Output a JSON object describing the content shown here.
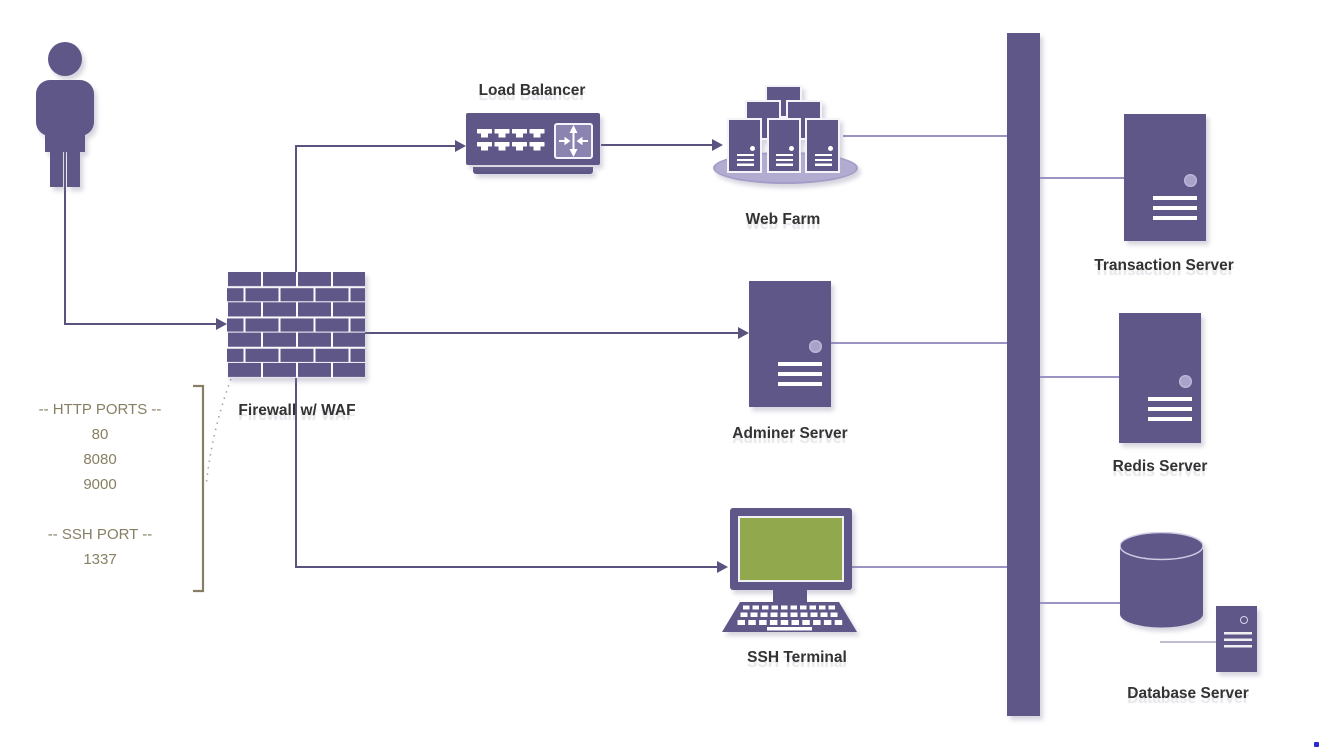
{
  "diagram": {
    "nodes": {
      "user": {
        "icon": "person-icon"
      },
      "load_balancer": {
        "label": "Load Balancer",
        "icon": "load-balancer-icon"
      },
      "web_farm": {
        "label": "Web Farm",
        "icon": "server-farm-icon"
      },
      "firewall": {
        "label": "Firewall w/ WAF",
        "icon": "brick-wall-icon"
      },
      "adminer_server": {
        "label": "Adminer Server",
        "icon": "server-tower-icon"
      },
      "ssh_terminal": {
        "label": "SSH Terminal",
        "icon": "terminal-monitor-icon"
      },
      "transaction_server": {
        "label": "Transaction Server",
        "icon": "server-tower-icon"
      },
      "redis_server": {
        "label": "Redis Server",
        "icon": "server-tower-icon"
      },
      "database_server": {
        "label": "Database Server",
        "icon": "database-cylinder-icon"
      }
    },
    "annotations": {
      "http_ports_title": "-- HTTP PORTS --",
      "http_ports": [
        "80",
        "8080",
        "9000"
      ],
      "ssh_port_title": "-- SSH PORT --",
      "ssh_ports": [
        "1337"
      ]
    },
    "edges": [
      {
        "from": "user",
        "to": "firewall",
        "arrow": true
      },
      {
        "from": "firewall",
        "to": "load_balancer",
        "arrow": true
      },
      {
        "from": "load_balancer",
        "to": "web_farm",
        "arrow": true
      },
      {
        "from": "firewall",
        "to": "adminer_server",
        "arrow": true
      },
      {
        "from": "firewall",
        "to": "ssh_terminal",
        "arrow": true
      },
      {
        "from": "web_farm",
        "to": "backbone",
        "arrow": false
      },
      {
        "from": "adminer_server",
        "to": "backbone",
        "arrow": false
      },
      {
        "from": "ssh_terminal",
        "to": "backbone",
        "arrow": false
      },
      {
        "from": "backbone",
        "to": "transaction_server",
        "arrow": false
      },
      {
        "from": "backbone",
        "to": "redis_server",
        "arrow": false
      },
      {
        "from": "backbone",
        "to": "database_server",
        "arrow": false
      },
      {
        "from": "database_server",
        "to": "database_unit_server",
        "arrow": false
      },
      {
        "from": "firewall",
        "to": "ports_annotation",
        "arrow": false,
        "style": "dotted"
      }
    ],
    "colors": {
      "primary_purple": "#5f5787",
      "light_purple": "#a9a3c9",
      "ellipse_purple": "#b2acd1",
      "screen_green": "#92a84c",
      "connector_dark": "#5a5380",
      "connector_light": "#9a94c2",
      "annotation_olive": "#877f63",
      "label_text": "#333333"
    }
  }
}
